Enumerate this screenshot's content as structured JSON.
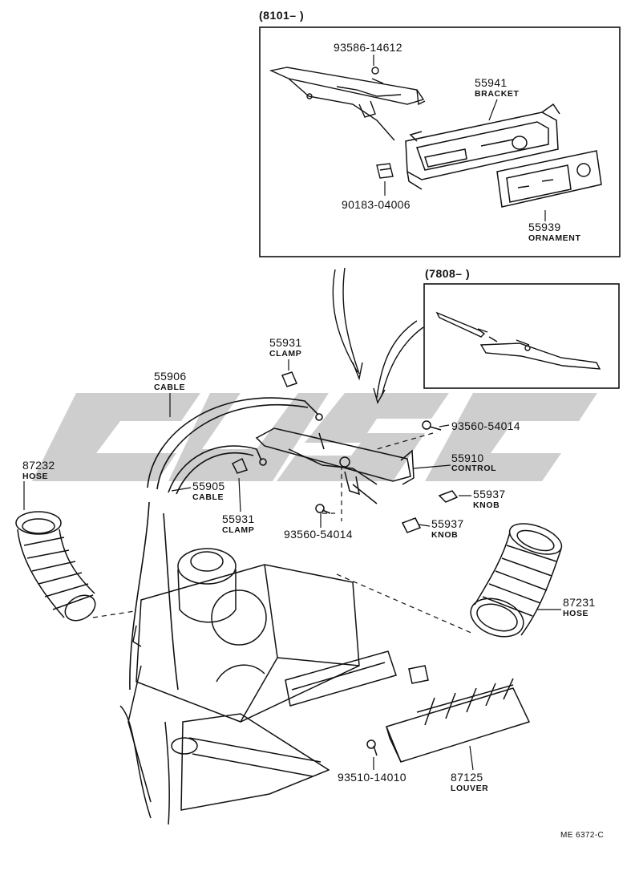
{
  "diagram": {
    "inset_upper": {
      "header": "(8101–        )"
    },
    "inset_lower": {
      "header": "(7808–        )"
    },
    "parts": {
      "p93586": {
        "number": "93586-14612"
      },
      "p55941": {
        "number": "55941",
        "name": "BRACKET"
      },
      "p90183": {
        "number": "90183-04006"
      },
      "p55939": {
        "number": "55939",
        "name": "ORNAMENT"
      },
      "p55931a": {
        "number": "55931",
        "name": "CLAMP"
      },
      "p55906": {
        "number": "55906",
        "name": "CABLE"
      },
      "p93560a": {
        "number": "93560-54014"
      },
      "p87232": {
        "number": "87232",
        "name": "HOSE"
      },
      "p55910": {
        "number": "55910",
        "name": "CONTROL"
      },
      "p55905": {
        "number": "55905",
        "name": "CABLE"
      },
      "p55937a": {
        "number": "55937",
        "name": "KNOB"
      },
      "p55931b": {
        "number": "55931",
        "name": "CLAMP"
      },
      "p55937b": {
        "number": "55937",
        "name": "KNOB"
      },
      "p93560b": {
        "number": "93560-54014"
      },
      "p87231": {
        "number": "87231",
        "name": "HOSE"
      },
      "p93510": {
        "number": "93510-14010"
      },
      "p87125": {
        "number": "87125",
        "name": "LOUVER"
      }
    },
    "drawing_code": "ME 6372-C",
    "colors": {
      "ink": "#111111",
      "watermark": "#c9c9c9"
    },
    "watermark": "logo"
  }
}
